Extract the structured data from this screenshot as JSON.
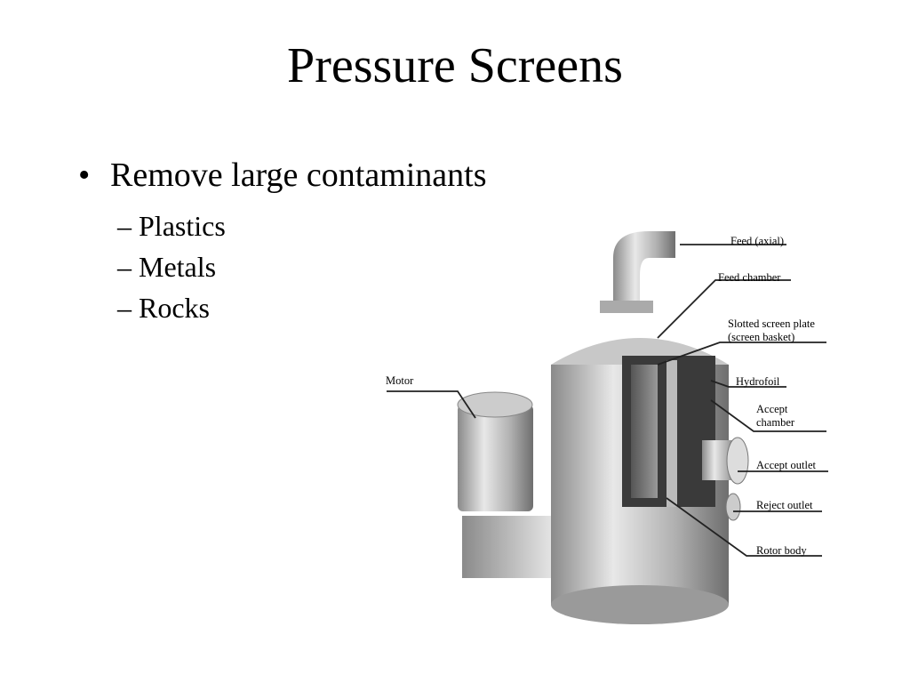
{
  "slide": {
    "title": "Pressure Screens",
    "bullets": [
      {
        "text": "Remove large contaminants",
        "sub": [
          "Plastics",
          "Metals",
          "Rocks"
        ]
      }
    ],
    "bullet_glyph": "•",
    "sub_glyph": "–"
  },
  "diagram": {
    "labels": {
      "feed_axial": "Feed (axial)",
      "feed_chamber": "Feed chamber",
      "slotted_1": "Slotted screen plate",
      "slotted_2": "(screen basket)",
      "hydrofoil": "Hydrofoil",
      "accept_chamber_1": "Accept",
      "accept_chamber_2": "chamber",
      "accept_outlet": "Accept outlet",
      "reject_outlet": "Reject outlet",
      "rotor_body": "Rotor body",
      "motor": "Motor"
    }
  }
}
